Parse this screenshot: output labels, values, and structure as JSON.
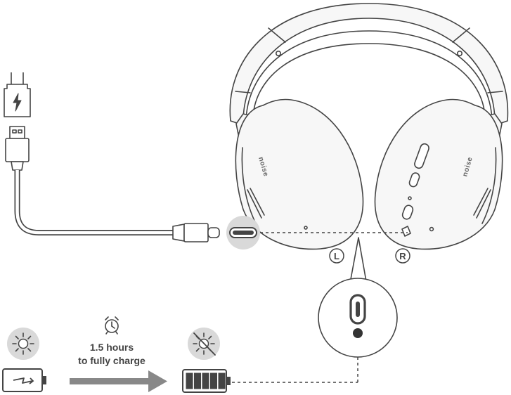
{
  "charging": {
    "duration_line1": "1.5 hours",
    "duration_line2": "to fully charge",
    "clock": "alarm-clock-icon"
  },
  "headphones": {
    "left_label": "L",
    "right_label": "R",
    "brand_left": "noise",
    "brand_right": "noise"
  },
  "icons": {
    "charger": "wall-charger-icon",
    "usb_a": "usb-a-plug-icon",
    "usb_c": "usb-c-plug-icon",
    "port": "usb-c-port-icon",
    "light_on": "indicator-light-on-icon",
    "light_off": "indicator-light-off-icon",
    "battery_low": "battery-charging-icon",
    "battery_full": "battery-full-icon"
  },
  "battery_full_level": 1.0,
  "colors": {
    "line": "#444444",
    "light_gray": "#d9d9d9",
    "headphone_fill": "#f7f7f7",
    "arrow": "#888888"
  }
}
